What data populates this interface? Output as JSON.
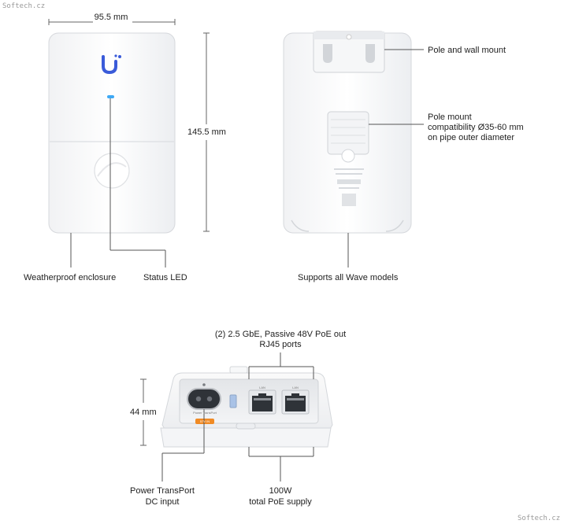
{
  "watermark_top": "Softech.cz",
  "watermark_bottom": "Softech.cz",
  "front": {
    "width_label": "95.5 mm",
    "height_label": "145.5 mm",
    "enclosure_label": "Weatherproof enclosure",
    "led_label": "Status LED"
  },
  "back": {
    "mount_label": "Pole and wall mount",
    "compat_line1": "Pole mount",
    "compat_line2": "compatibility Ø35-60 mm",
    "compat_line3": "on pipe outer diameter",
    "supports_label": "Supports all Wave models"
  },
  "bottom": {
    "ports_line1": "(2) 2.5 GbE, Passive 48V PoE out",
    "ports_line2": "RJ45 ports",
    "height_label": "44 mm",
    "dc_line1": "Power TransPort",
    "dc_line2": "DC input",
    "poe_line1": "100W",
    "poe_line2": "total PoE supply",
    "port_tag": "Power TransPort",
    "port_badge": "57V IN",
    "rj45_1_label": "LAN",
    "rj45_2_label": "LAN"
  },
  "colors": {
    "led": "#3fa9f5",
    "logo": "#3a5bd9",
    "badge": "#f08a24",
    "line": "#555555"
  }
}
